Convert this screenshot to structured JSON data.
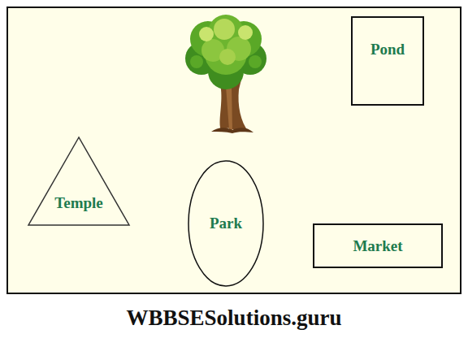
{
  "diagram": {
    "nodes": [
      {
        "text": [
          "Pond"
        ]
      },
      {
        "text": [
          "Temple"
        ]
      },
      {
        "text": [
          "Park"
        ]
      },
      {
        "text": [
          "Market"
        ]
      }
    ],
    "labels": [
      "WBBSESolutions.guru"
    ]
  }
}
